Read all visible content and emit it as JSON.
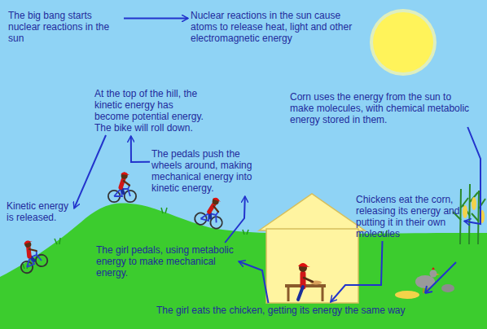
{
  "diagram": {
    "nodes": [
      {
        "text": [
          "The big bang starts nuclear reactions in the sun"
        ]
      },
      {
        "text": [
          "Nuclear reactions in the sun cause atoms to release heat, light and other electromagnetic energy"
        ]
      },
      {
        "text": [
          "Corn uses the energy from the sun to make molecules, with chemical metabolic energy stored in them."
        ]
      },
      {
        "text": [
          "At the top of the hill, the kinetic energy has become potential energy. The bike will roll down."
        ]
      },
      {
        "text": [
          "The pedals push the wheels around, making mechanical energy into kinetic energy."
        ]
      },
      {
        "text": [
          "Kinetic energy is released."
        ]
      },
      {
        "text": [
          "Chickens eat the corn, releasing its energy and putting it in their own molecules"
        ]
      },
      {
        "text": [
          "The girl pedals, using metabolic energy to make mechanical energy."
        ]
      },
      {
        "text": [
          "The girl eats the chicken, getting its energy the same way"
        ]
      }
    ],
    "edges": [
      {
        "from": 0,
        "to": 1,
        "arrow": "to"
      },
      {
        "from": 2,
        "to": 6,
        "arrow": "to"
      },
      {
        "from": 6,
        "to": 8,
        "arrow": "to"
      },
      {
        "from": 8,
        "to": 7,
        "arrow": "to"
      },
      {
        "from": 7,
        "to": 4,
        "arrow": "to"
      },
      {
        "from": 4,
        "to": 3,
        "arrow": "to"
      },
      {
        "from": 3,
        "to": 5,
        "arrow": "to"
      }
    ]
  }
}
